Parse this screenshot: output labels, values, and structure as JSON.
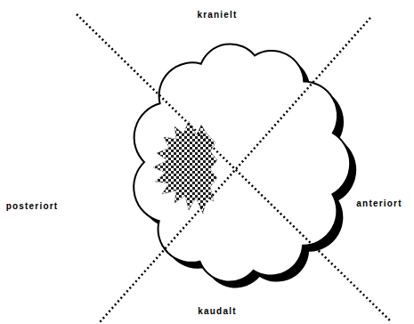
{
  "diagram": {
    "labels": [
      "kranielt",
      "posteriort",
      "anteriort",
      "kaudalt"
    ]
  }
}
